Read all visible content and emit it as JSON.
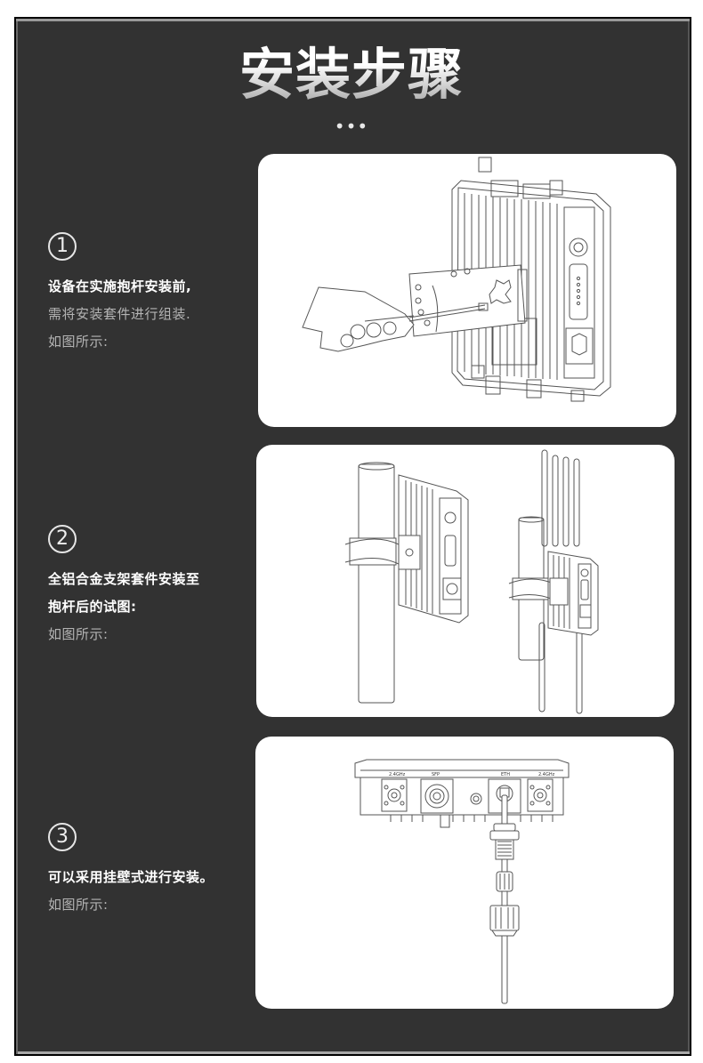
{
  "header": {
    "title": "安装步骤",
    "ellipsis": "•••"
  },
  "steps": [
    {
      "number": "1",
      "number_glyph": "①",
      "lines": [
        {
          "text": "设备在实施抱杆安装前,",
          "emphasis": "strong"
        },
        {
          "text": "需将安装套件进行组装.",
          "emphasis": "muted"
        },
        {
          "text": "如图所示:",
          "emphasis": "muted"
        }
      ],
      "illustration": "hand-screwdriver-attaching-bracket-to-device"
    },
    {
      "number": "2",
      "number_glyph": "②",
      "lines": [
        {
          "text": "全铝合金支架套件安装至",
          "emphasis": "strong"
        },
        {
          "text": "抱杆后的试图:",
          "emphasis": "strong"
        },
        {
          "text": "如图所示:",
          "emphasis": "muted"
        }
      ],
      "illustration": "device-mounted-on-pole-with-antennas"
    },
    {
      "number": "3",
      "number_glyph": "③",
      "lines": [
        {
          "text": "可以采用挂壁式进行安装。",
          "emphasis": "strong"
        },
        {
          "text": "如图所示:",
          "emphasis": "muted"
        }
      ],
      "illustration": "device-bottom-ports-with-cable-gland",
      "port_labels": [
        "2.4GHz",
        "SFP",
        "ETH",
        "2.4GHz"
      ]
    }
  ],
  "colors": {
    "background": "#323232",
    "panel": "#ffffff",
    "text_strong": "#ffffff",
    "text_muted": "#b4b4b4"
  }
}
